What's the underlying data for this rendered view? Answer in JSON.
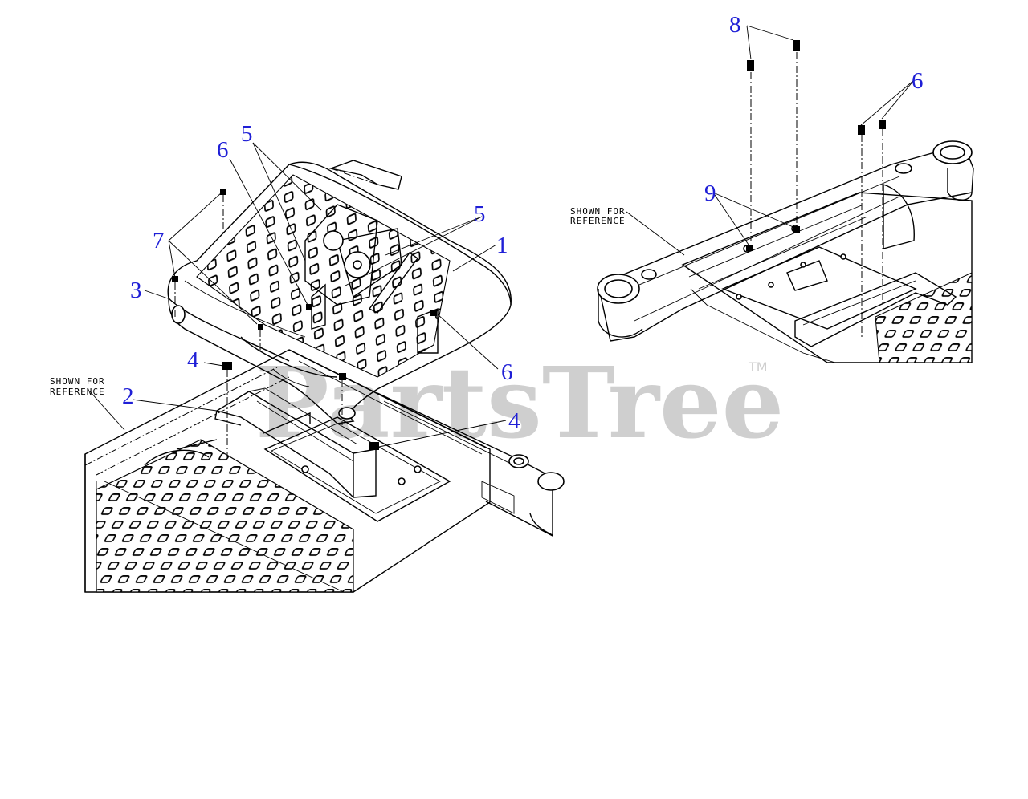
{
  "diagram": {
    "callouts": [
      "8",
      "6",
      "9",
      "5",
      "6",
      "5",
      "1",
      "7",
      "3",
      "4",
      "2",
      "6",
      "4"
    ],
    "reference_note_left": [
      "SHOWN FOR",
      "REFERENCE"
    ],
    "reference_note_right": [
      "SHOWN FOR",
      "REFERENCE"
    ],
    "watermark": "PartsTree",
    "watermark_tm": "TM",
    "callout_color": "#1f1fd6",
    "line_color": "#000000"
  }
}
